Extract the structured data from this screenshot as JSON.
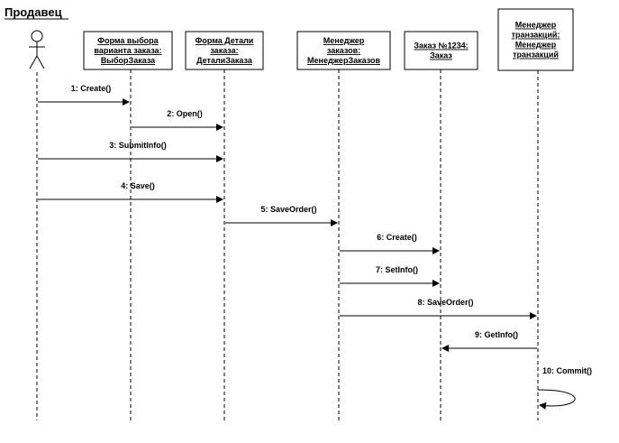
{
  "title": "Продавец",
  "participants": [
    {
      "id": "actor",
      "kind": "actor",
      "lines": []
    },
    {
      "id": "p1",
      "kind": "object",
      "lines": [
        "Форма выбора",
        "варианта заказа:",
        "ВыборЗаказа"
      ]
    },
    {
      "id": "p2",
      "kind": "object",
      "lines": [
        "Форма Детали",
        "заказа:",
        "ДеталиЗаказа"
      ]
    },
    {
      "id": "p3",
      "kind": "object",
      "lines": [
        "Менеджер",
        "заказов:",
        "МенеджерЗаказов"
      ]
    },
    {
      "id": "p4",
      "kind": "object",
      "lines": [
        "Заказ №1234:",
        "Заказ"
      ]
    },
    {
      "id": "p5",
      "kind": "object",
      "lines": [
        "Менеджер",
        "транзакций:",
        "Менеджер",
        "транзакций"
      ]
    }
  ],
  "messages": [
    {
      "from": 0,
      "to": 1,
      "label": "1: Create()"
    },
    {
      "from": 1,
      "to": 2,
      "label": "2: Open()"
    },
    {
      "from": 0,
      "to": 2,
      "label": "3: SubmitInfo()"
    },
    {
      "from": 0,
      "to": 2,
      "label": "4: Save()"
    },
    {
      "from": 2,
      "to": 3,
      "label": "5: SaveOrder()"
    },
    {
      "from": 3,
      "to": 4,
      "label": "6: Create()"
    },
    {
      "from": 3,
      "to": 4,
      "label": "7: SetInfo()"
    },
    {
      "from": 3,
      "to": 5,
      "label": "8: SaveOrder()"
    },
    {
      "from": 5,
      "to": 4,
      "label": "9: GetInfo()"
    },
    {
      "from": 5,
      "to": 5,
      "label": "10: Commit()"
    }
  ]
}
